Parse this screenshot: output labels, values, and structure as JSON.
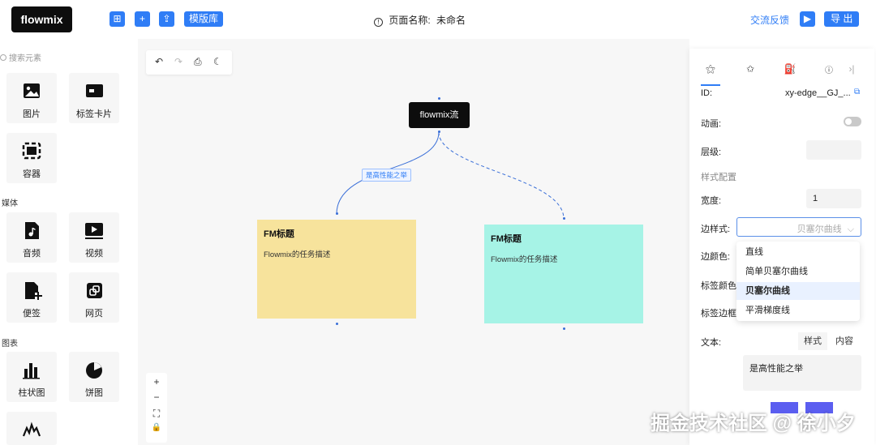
{
  "header": {
    "logo": "flowmix",
    "template_lib": "模版库",
    "page_name_label": "页面名称:",
    "page_name_value": "未命名",
    "feedback": "交流反馈",
    "export": "导 出"
  },
  "sidebar": {
    "search_placeholder": "搜索元素",
    "sections": {
      "media": "媒体",
      "chart": "图表"
    },
    "items": {
      "image": "图片",
      "tag_card": "标签卡片",
      "container": "容器",
      "audio": "音频",
      "video": "视频",
      "note": "便签",
      "webpage": "网页",
      "bar_chart": "柱状图",
      "pie_chart": "饼图"
    }
  },
  "canvas": {
    "root_node": "flowmix流",
    "edge_label": "是高性能之举",
    "cards": [
      {
        "title": "FM标题",
        "desc": "Flowmix的任务描述",
        "color": "#f7e39c"
      },
      {
        "title": "FM标题",
        "desc": "Flowmix的任务描述",
        "color": "#a6f3e6"
      }
    ]
  },
  "panel": {
    "id_label": "ID:",
    "id_value": "xy-edge__GJ_...",
    "animation_label": "动画:",
    "level_label": "层级:",
    "style_section": "样式配置",
    "width_label": "宽度:",
    "width_value": "1",
    "edge_style_label": "边样式:",
    "edge_style_value": "贝塞尔曲线",
    "edge_color_label": "边颜色:",
    "label_color_label": "标签颜色",
    "label_border_label": "标签边框",
    "text_label": "文本:",
    "text_tabs": [
      "样式",
      "内容"
    ],
    "text_value": "是高性能之举",
    "dropdown_options": [
      "直线",
      "简单贝塞尔曲线",
      "贝塞尔曲线",
      "平滑梯度线"
    ],
    "selected_option": "贝塞尔曲线"
  },
  "watermark": "掘金技术社区 @ 徐小夕",
  "colors": {
    "accent": "#2f7df6",
    "dark": "#0d0d0d"
  }
}
